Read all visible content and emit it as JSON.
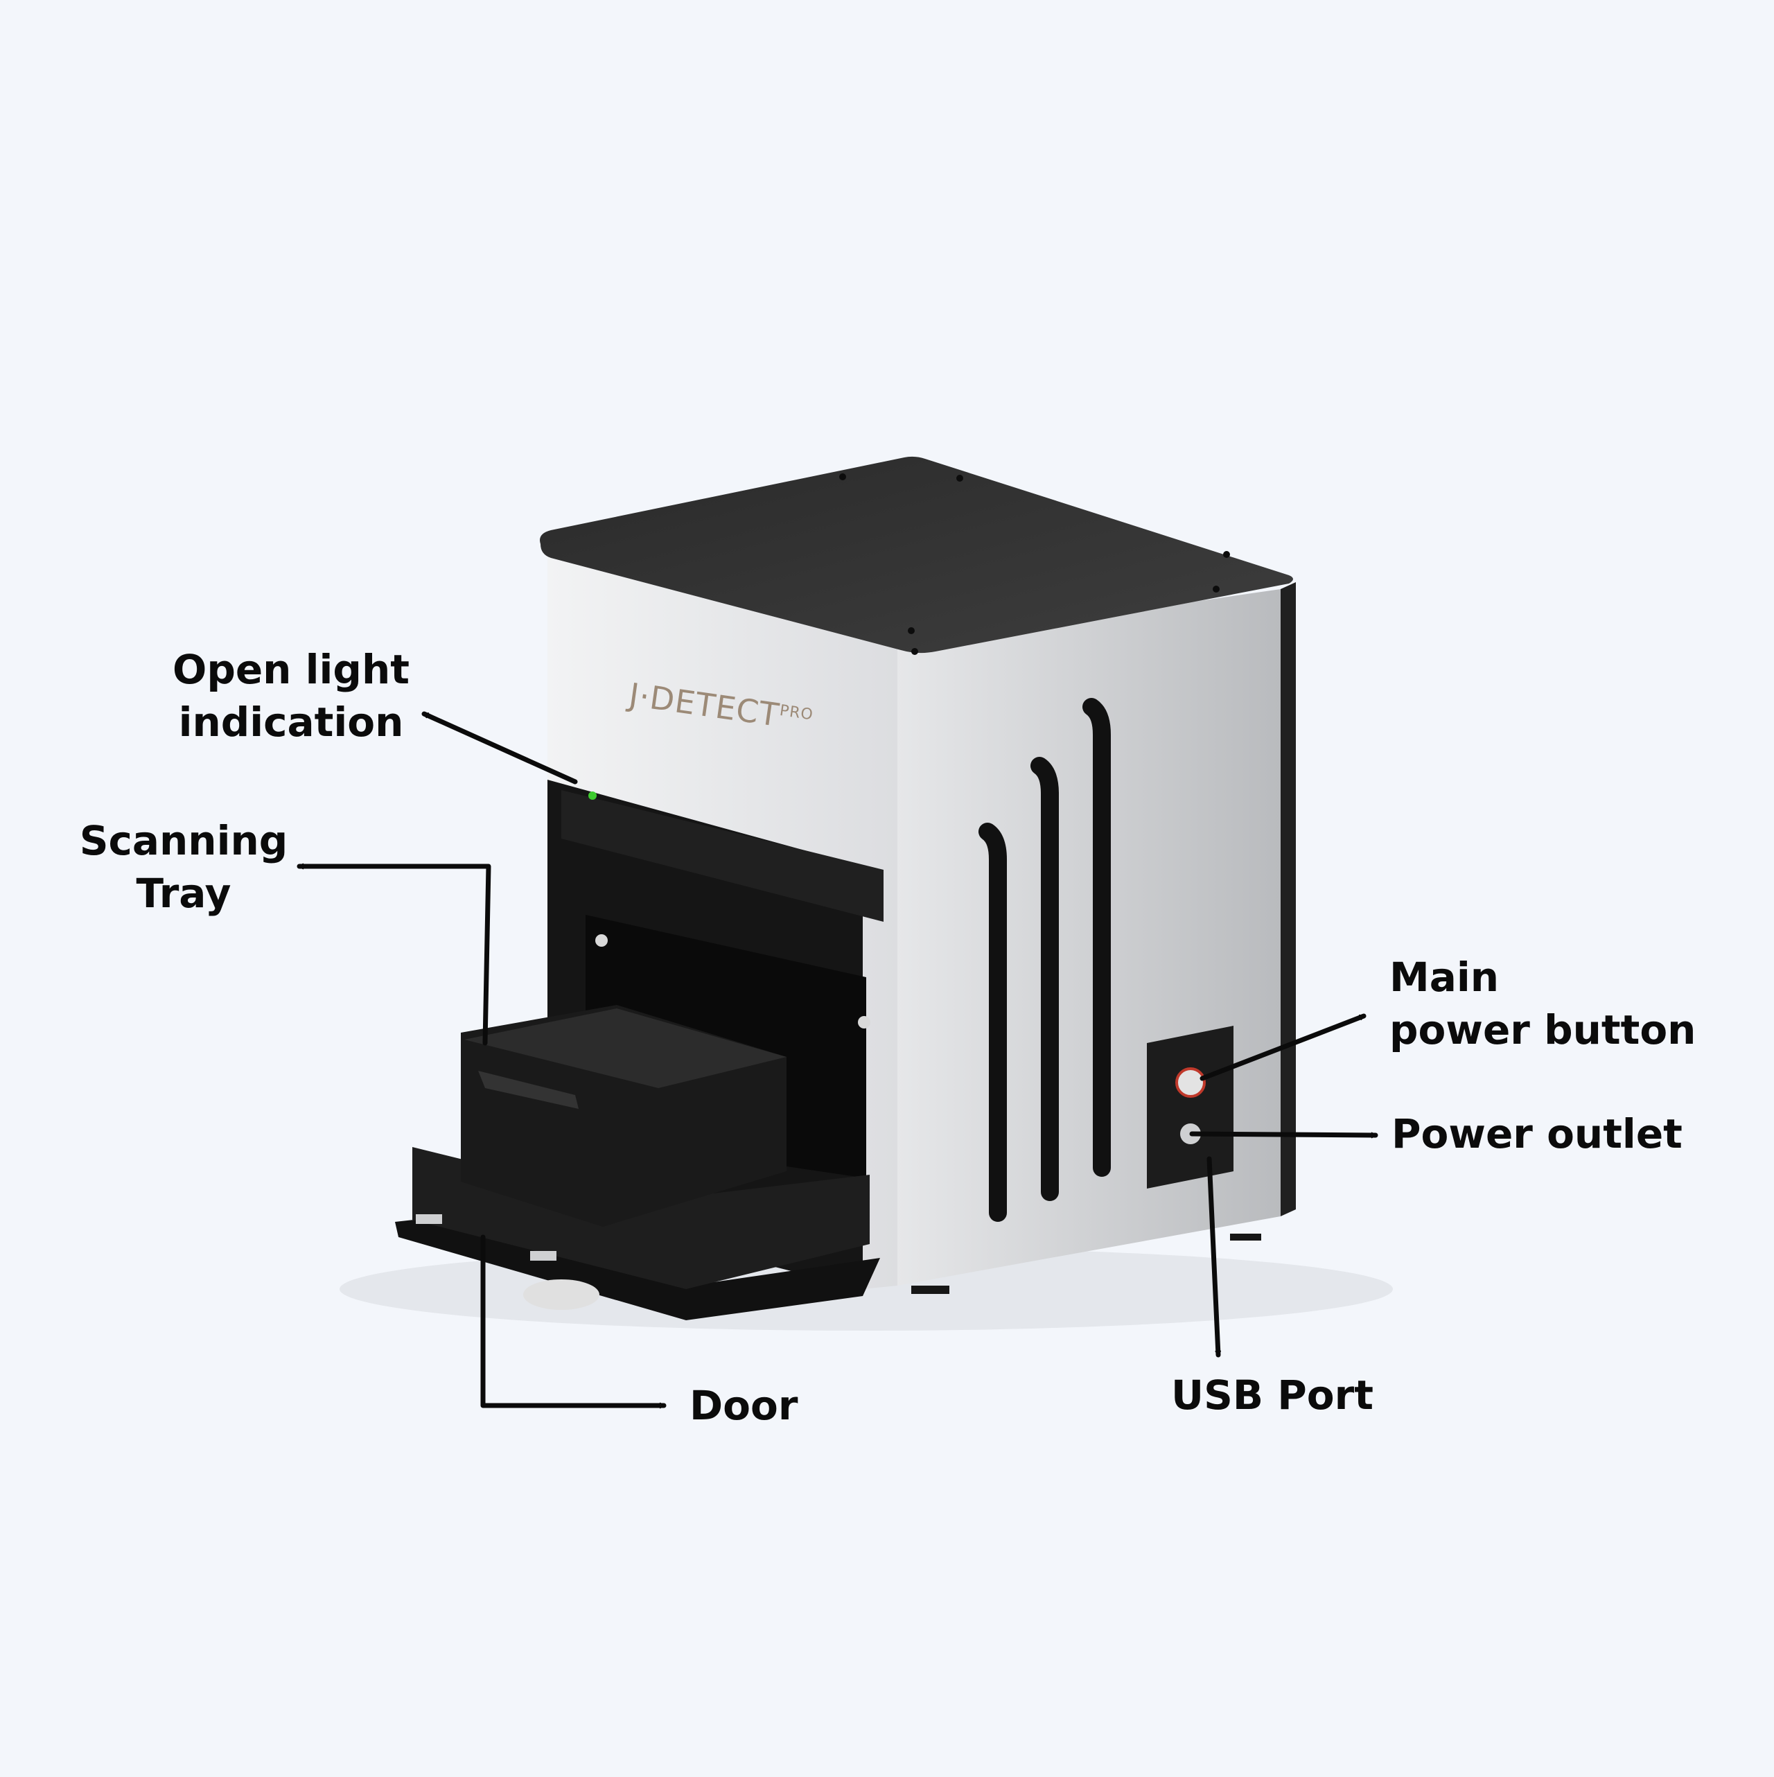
{
  "labels": {
    "open_light": [
      "Open light",
      "indication"
    ],
    "scanning_tray": [
      "Scanning",
      "Tray"
    ],
    "door": "Door",
    "main_power": [
      "Main",
      "power button"
    ],
    "power_outlet": "Power outlet",
    "usb_port": "USB Port"
  },
  "device": {
    "brand": "J·DETECT",
    "brand_suffix": "PRO"
  },
  "colors": {
    "background": "#f3f6fb",
    "body_panel": "#e9eaec",
    "dark_panel": "#1b1b1b",
    "brand_text": "#9c8a77",
    "indicator_led": "#3ecb2f",
    "power_button_ring": "#c0392b",
    "arrow": "#0b0b0b"
  }
}
